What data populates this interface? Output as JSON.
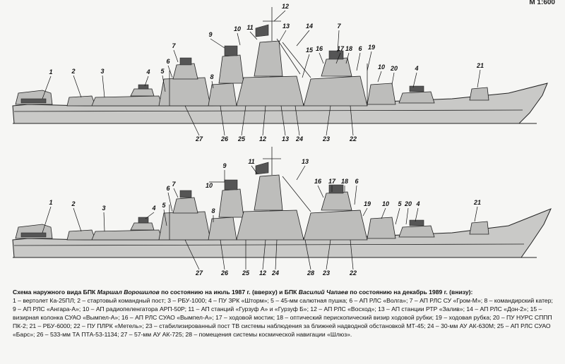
{
  "scale": "М 1:600",
  "caption": {
    "title_p1": "Схема наружного вида БПК ",
    "title_ship1": "Маршал Ворошилов",
    "title_p2": " по состоянию на июль 1987 г. (вверху) и БПК ",
    "title_ship2": "Василий Чапаев",
    "title_p3": " по состоянию на декабрь 1989 г. (внизу):",
    "legend": "1 – вертолет Ка-25ПЛ; 2 – стартовый командный пост; 3 – РБУ-1000; 4 – ПУ ЗРК «Шторм»; 5 – 45-мм салютная пушка; 6 – АП РЛС «Волга»; 7 – АП РЛС СУ «Гром-М»; 8 – командирский катер; 9 – АП РЛС «Ангара-А»; 10 – АП радиопеленгатора АРП-50Р; 11 – АП станций «Гурзуф А» и «Гурзуф Б»; 12 – АП РЛС «Восход»; 13 – АП станции РТР «Залив»; 14 – АП РЛС «Дон-2»; 15 – визирная колонка СУАО «Вымпел-А»; 16 – АП РЛС СУАО «Вымпел-А»; 17 – ходовой мостик; 18 – оптический перископический визир ходовой рубки; 19 – ходовая рубка; 20 – ПУ НУРС СППП ПК-2; 21 – РБУ-6000; 22 – ПУ ПЛРК «Метель»; 23 – стабилизированный пост ТВ системы наблюдения за ближней надводной обстановкой МТ-45; 24 – 30-мм АУ АК-630М; 25 – АП РЛС СУАО «Барс»; 26 – 533-мм ТА ПТА-53-1134; 27 – 57-мм АУ АК-725; 28 – помещения системы космической навигации «Шлюз»."
  },
  "top_labels": [
    "1",
    "2",
    "3",
    "4",
    "5",
    "6",
    "7",
    "7",
    "8",
    "9",
    "10",
    "10",
    "11",
    "12",
    "13",
    "14",
    "15",
    "16",
    "17",
    "18",
    "6",
    "19",
    "20",
    "4",
    "21",
    "27",
    "26",
    "25",
    "12",
    "13",
    "24",
    "23",
    "22"
  ],
  "bottom_labels": [
    "1",
    "2",
    "3",
    "4",
    "5",
    "6",
    "7",
    "8",
    "9",
    "10",
    "11",
    "13",
    "16",
    "17",
    "18",
    "6",
    "19",
    "10",
    "5",
    "20",
    "4",
    "21",
    "27",
    "26",
    "25",
    "12",
    "24",
    "28",
    "23",
    "22"
  ]
}
